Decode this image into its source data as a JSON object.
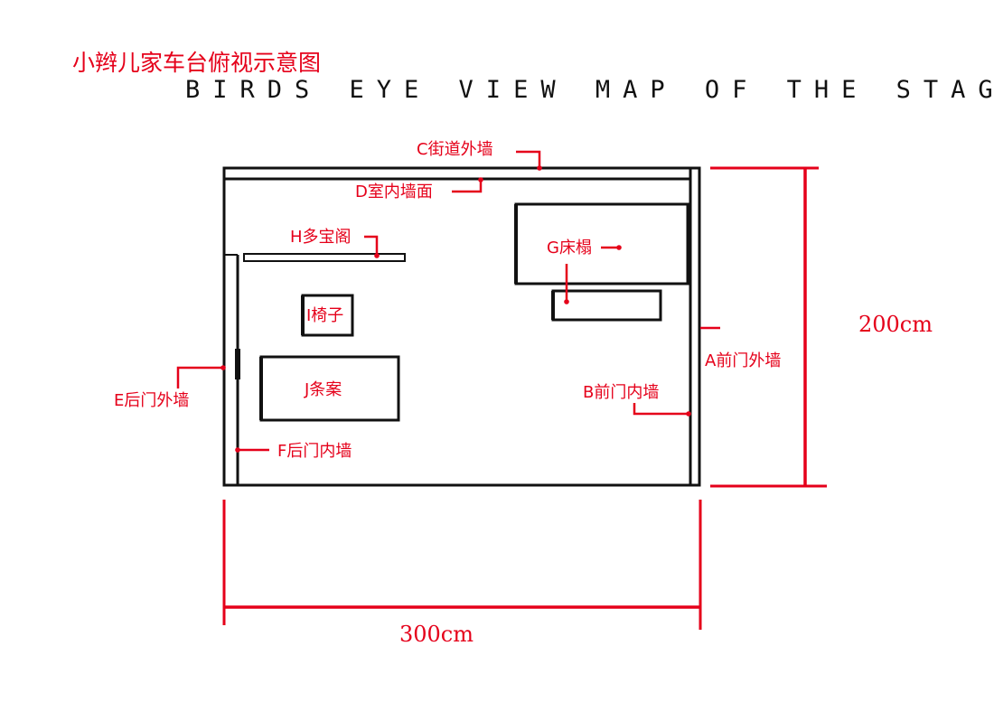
{
  "title_cn": "小辫儿家车台俯视示意图",
  "title_en": "BIRDS EYE VIEW MAP OF THE STAGE",
  "labels": {
    "a": "A前门外墙",
    "b": "B前门内墙",
    "c": "C街道外墙",
    "d": "D室内墙面",
    "e": "E后门外墙",
    "f": "F后门内墙",
    "g": "G床榻",
    "h": "H多宝阁",
    "i": "I椅子",
    "j": "J条案"
  },
  "dimensions": {
    "height": "200cm",
    "width": "300cm"
  },
  "colors": {
    "annotation": "#e5001a",
    "structure": "#111111"
  }
}
